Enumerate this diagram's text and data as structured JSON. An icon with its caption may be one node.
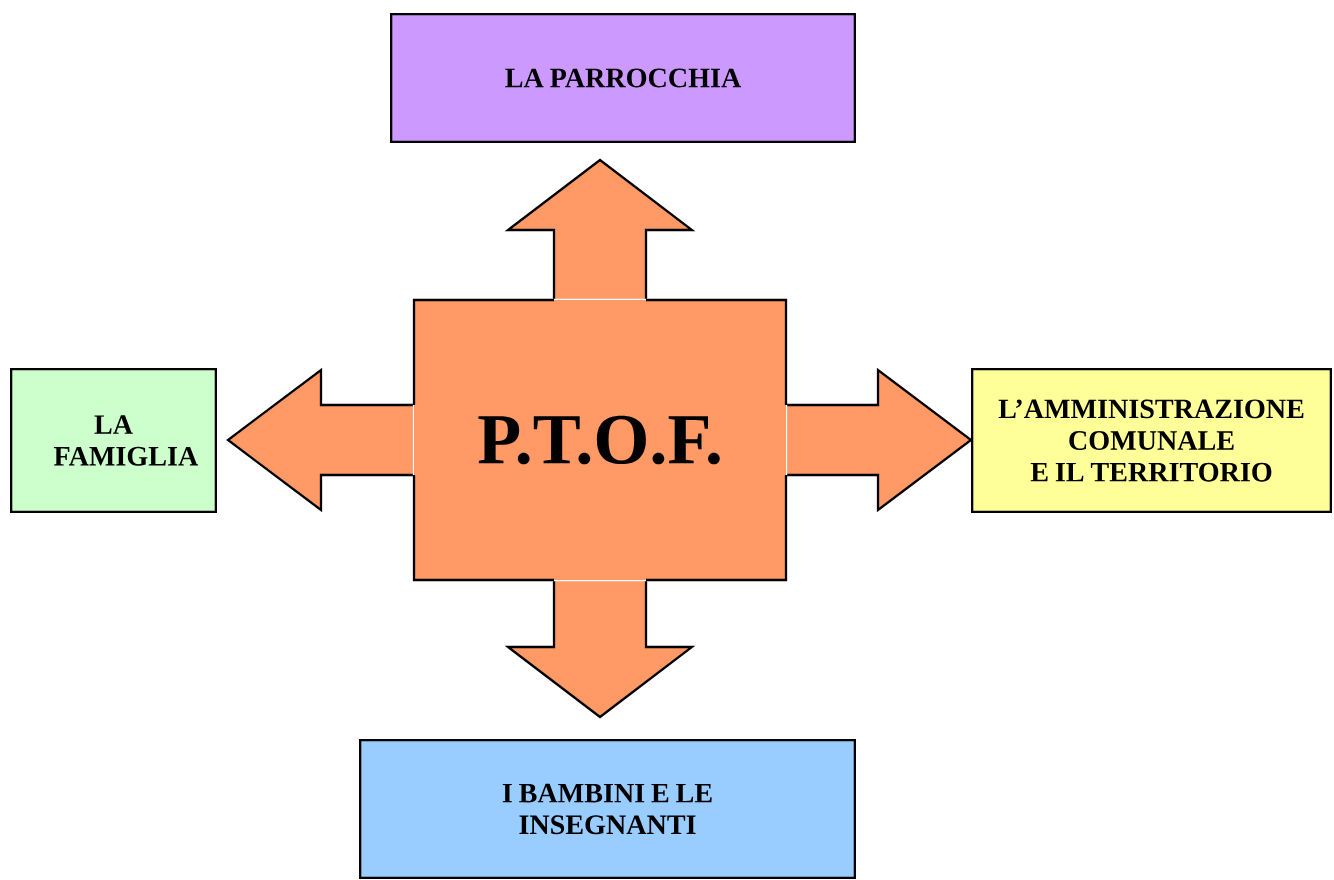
{
  "diagram": {
    "nodes": [
      {
        "text": [
          "P.T.O.F."
        ]
      },
      {
        "text": [
          "LA PARROCCHIA"
        ]
      },
      {
        "text": [
          "LA FAMIGLIA"
        ]
      },
      {
        "text": [
          "L’AMMINISTRAZIONE COMUNALE",
          "E IL TERRITORIO"
        ]
      },
      {
        "text": [
          "I BAMBINI E LE INSEGNANTI"
        ]
      }
    ],
    "edges": [
      {
        "from": 0,
        "to": 1,
        "arrow": "to"
      },
      {
        "from": 0,
        "to": 2,
        "arrow": "to"
      },
      {
        "from": 0,
        "to": 3,
        "arrow": "to"
      },
      {
        "from": 0,
        "to": 4,
        "arrow": "to"
      }
    ]
  }
}
